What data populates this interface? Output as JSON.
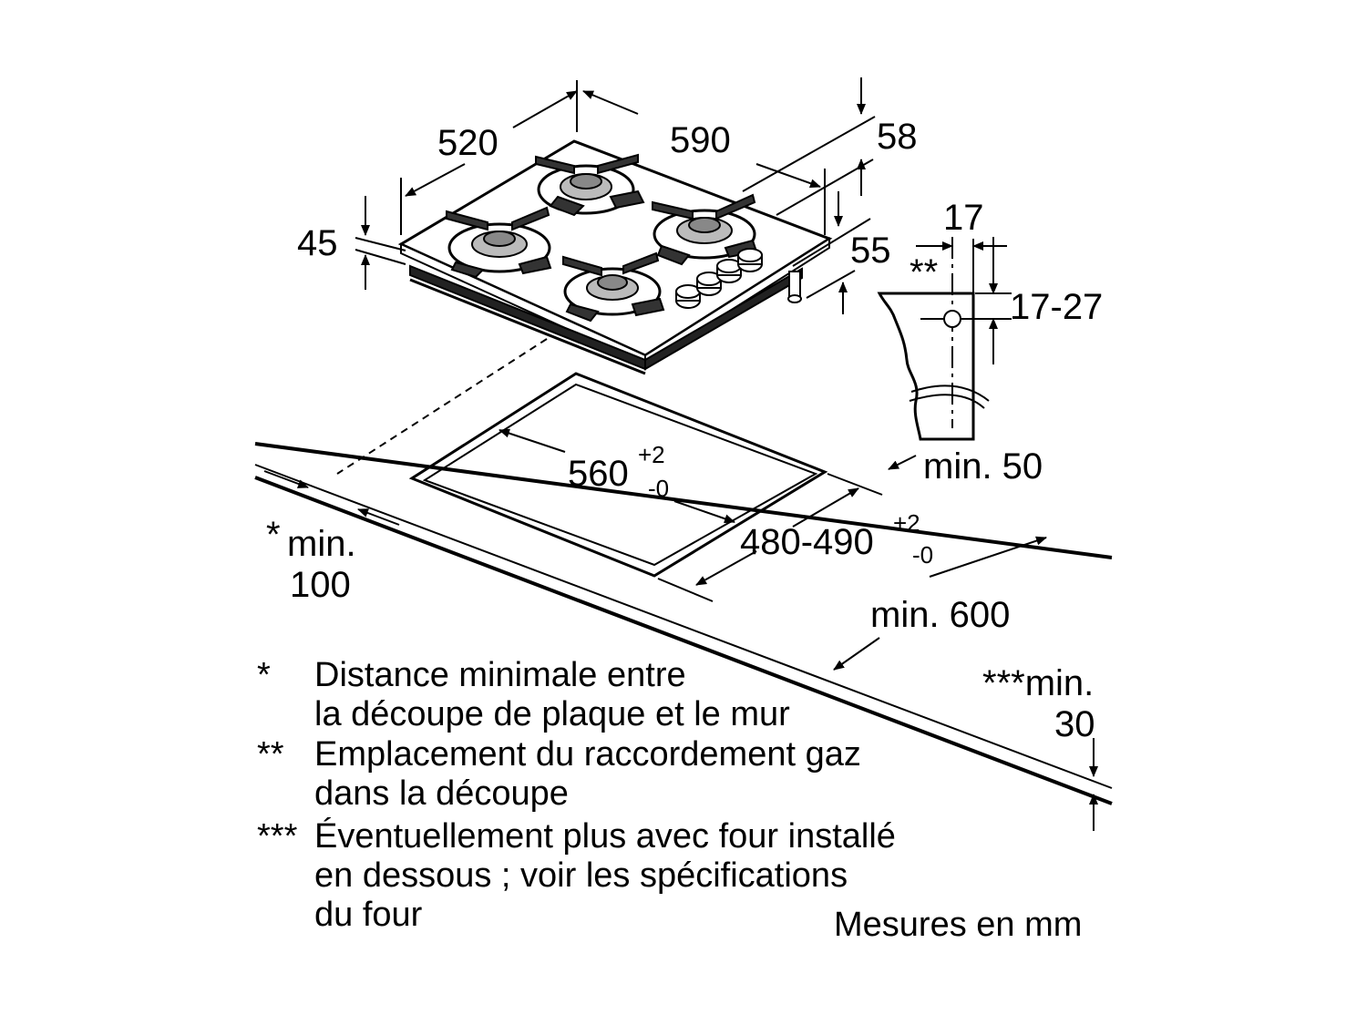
{
  "dimensions": {
    "depth_top": "520",
    "width_top": "590",
    "height_rear": "58",
    "thickness": "45",
    "height_front": "55",
    "gas_offset": "17",
    "gas_height": "17-27",
    "gas_marker": "**",
    "min_rear": "min. 50",
    "cutout_width": "560",
    "cutout_width_tol_plus": "+2",
    "cutout_width_tol_minus": "-0",
    "cutout_depth": "480-490",
    "cutout_depth_tol_plus": "+2",
    "cutout_depth_tol_minus": "-0",
    "min_wall_marker": "*",
    "min_wall_label": "min.",
    "min_wall_value": "100",
    "min_depth": "min. 600",
    "min_below_label": "***min.",
    "min_below_value": "30"
  },
  "notes": [
    {
      "marker": "*",
      "lines": [
        "Distance minimale entre",
        "la découpe de plaque et le mur"
      ]
    },
    {
      "marker": "**",
      "lines": [
        "Emplacement du raccordement gaz",
        "dans la découpe"
      ]
    },
    {
      "marker": "***",
      "lines": [
        "Éventuellement plus avec four installé",
        "en dessous ; voir les spécifications",
        "du four"
      ]
    }
  ],
  "units_label": "Mesures en mm"
}
